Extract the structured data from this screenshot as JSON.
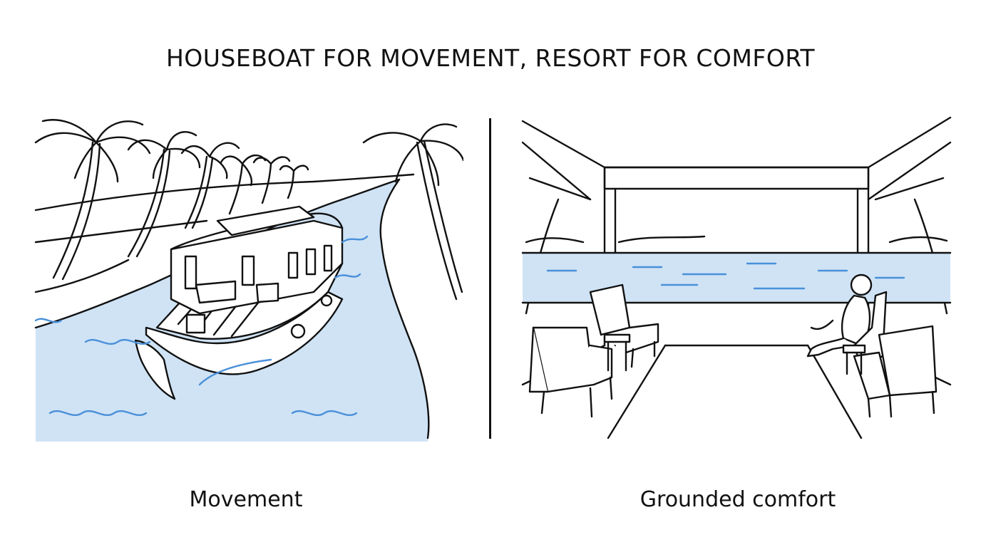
{
  "title": "HOUSEBOAT FOR MOVEMENT, RESORT FOR COMFORT",
  "panels": {
    "left": {
      "caption": "Movement"
    },
    "right": {
      "caption": "Grounded comfort"
    }
  },
  "colors": {
    "line": "#111111",
    "water": "#cfe3f5",
    "water_stroke": "#4a90d9",
    "background": "#ffffff"
  }
}
